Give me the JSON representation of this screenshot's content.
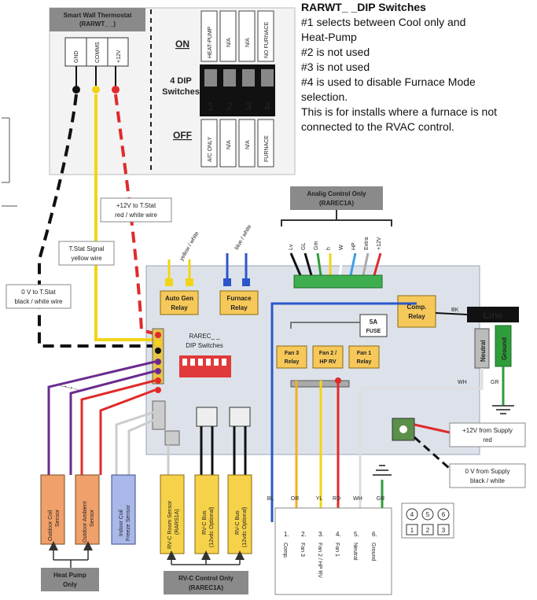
{
  "thermostat": {
    "title_line1": "Smart Wall Thermostat",
    "title_line2": "(RARWT_ _)",
    "terminals": [
      "GND",
      "COMMS",
      "+12V"
    ]
  },
  "dip": {
    "on": "ON",
    "off": "OFF",
    "label_line1": "4 DIP",
    "label_line2": "Switches",
    "top_labels": [
      "HEAT-PUMP",
      "N/A",
      "N/A",
      "NO FURNACE"
    ],
    "bottom_labels": [
      "A/C ONLY",
      "N/A",
      "N/A",
      "FURNACE"
    ],
    "numbers": [
      "1",
      "2",
      "3",
      "4"
    ]
  },
  "notes": {
    "heading": "RARWT_ _DIP Switches",
    "lines": [
      "#1 selects between Cool only and",
      "Heat-Pump",
      "#2 is not used",
      "#3 is not used",
      "#4 is used to disable Furnace Mode",
      "selection.",
      "This is for installs where a furnace is not",
      "connected to the RVAC control."
    ]
  },
  "analog": {
    "line1": "Analig Control Only",
    "line2": "(RAREC1A)",
    "terminals": [
      "Lv",
      "GL",
      "Gm",
      "h",
      "W",
      "HP",
      "Extra",
      "+12V"
    ]
  },
  "callouts": {
    "plus12": [
      "+12V to T.Stat",
      "red / white wire"
    ],
    "signal": [
      "T.Stat  Signal",
      "yellow wire"
    ],
    "zero": [
      "0 V to T.Stat",
      "black / white wire"
    ],
    "yellow_white": "yellow / white",
    "blue_white": "blue / white",
    "supply12": [
      "+12V from Supply",
      "red"
    ],
    "supply0": [
      "0 V from Supply",
      "black / white"
    ]
  },
  "relays": {
    "autogen": [
      "Auto Gen",
      "Relay"
    ],
    "furnace": [
      "Furnace",
      "Relay"
    ],
    "comp": [
      "Comp.",
      "Relay"
    ],
    "fan3": [
      "Fan 3",
      "Relay"
    ],
    "fan2": [
      "Fan 2 /",
      "HP RV"
    ],
    "fan1": [
      "Fan 1",
      "Relay"
    ],
    "fuse": [
      "5A",
      "FUSE"
    ]
  },
  "board_dip": [
    "RAREC_ _",
    "DIP Switches"
  ],
  "line_box": "Line",
  "neutral": "Neutral",
  "ground": "Ground",
  "wire_tags": {
    "bk": "BK",
    "wh": "WH",
    "gr": "GR"
  },
  "sensors": [
    {
      "label_line1": "Outdoor Coil",
      "label_line2": "Sensor"
    },
    {
      "label_line1": "Outdoor Ambient",
      "label_line2": "Sensor"
    },
    {
      "label_line1": "Indoor Coil",
      "label_line2": "Freeze Sensor"
    },
    {
      "label_line1": "RV-C Room Sensor",
      "label_line2": "(RARS1A)"
    },
    {
      "label_line1": "RV-C Bus",
      "label_line2": "(12vdc Optional)"
    },
    {
      "label_line1": "RV-C Bus",
      "label_line2": "(12vdc Optional)"
    }
  ],
  "heat_pump_only": [
    "Heat Pump",
    "Only"
  ],
  "rvc_control": [
    "RV-C Control Only",
    "(RAREC1A)"
  ],
  "connector": {
    "codes": [
      "BL",
      "OR",
      "YL",
      "RD",
      "WH",
      "GR"
    ],
    "numbers": [
      "1.",
      "2.",
      "3.",
      "4.",
      "5.",
      "6."
    ],
    "names": [
      "Comp.",
      "Fan 3",
      "Fan 2 / HP RV",
      "Fan 1",
      "Neutral",
      "Ground"
    ],
    "pins_top": [
      "4",
      "5",
      "6"
    ],
    "pins_bottom": [
      "1",
      "2",
      "3"
    ]
  },
  "colors": {
    "yellow": "#f2d417",
    "red": "#e02a2a",
    "blue": "#2b57c8",
    "purple": "#6a2b8f",
    "green": "#2f9e3a",
    "board": "#dde2ea",
    "relay": "#f6c85a",
    "sensor_orange": "#f0a06a",
    "sensor_blue": "#a9b8e8",
    "sensor_yellow": "#f6d24a"
  }
}
